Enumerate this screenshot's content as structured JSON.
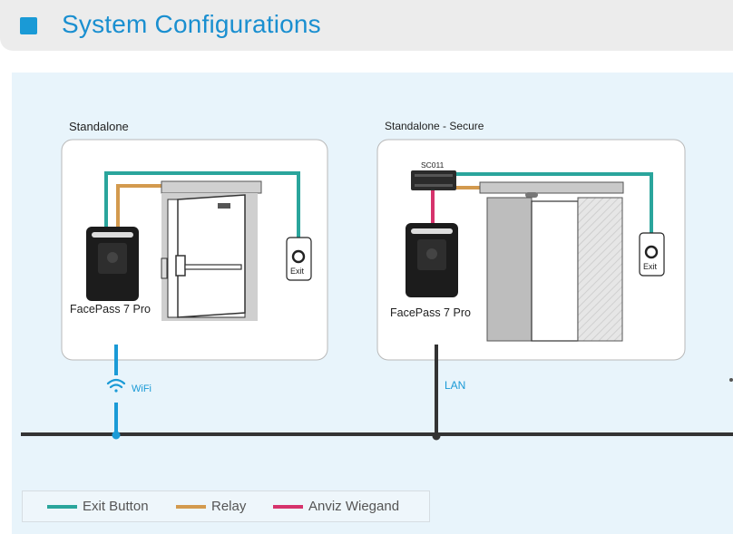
{
  "header": {
    "title": "System Configurations"
  },
  "config_standalone": {
    "title": "Standalone",
    "device_label": "FacePass 7 Pro",
    "exit_label": "Exit",
    "network_label": "WiFi"
  },
  "config_secure": {
    "title": "Standalone - Secure",
    "controller_label": "SC011",
    "device_label": "FacePass 7 Pro",
    "exit_label": "Exit",
    "network_label": "LAN"
  },
  "legend": {
    "items": [
      {
        "label": "Exit Button",
        "color": "#2aa59c"
      },
      {
        "label": "Relay",
        "color": "#d39a4e"
      },
      {
        "label": "Anviz Wiegand",
        "color": "#d6336c"
      }
    ]
  },
  "colors": {
    "accent": "#1a9ad6",
    "network_line": "#333333",
    "wifi_line": "#1a9ad6"
  }
}
